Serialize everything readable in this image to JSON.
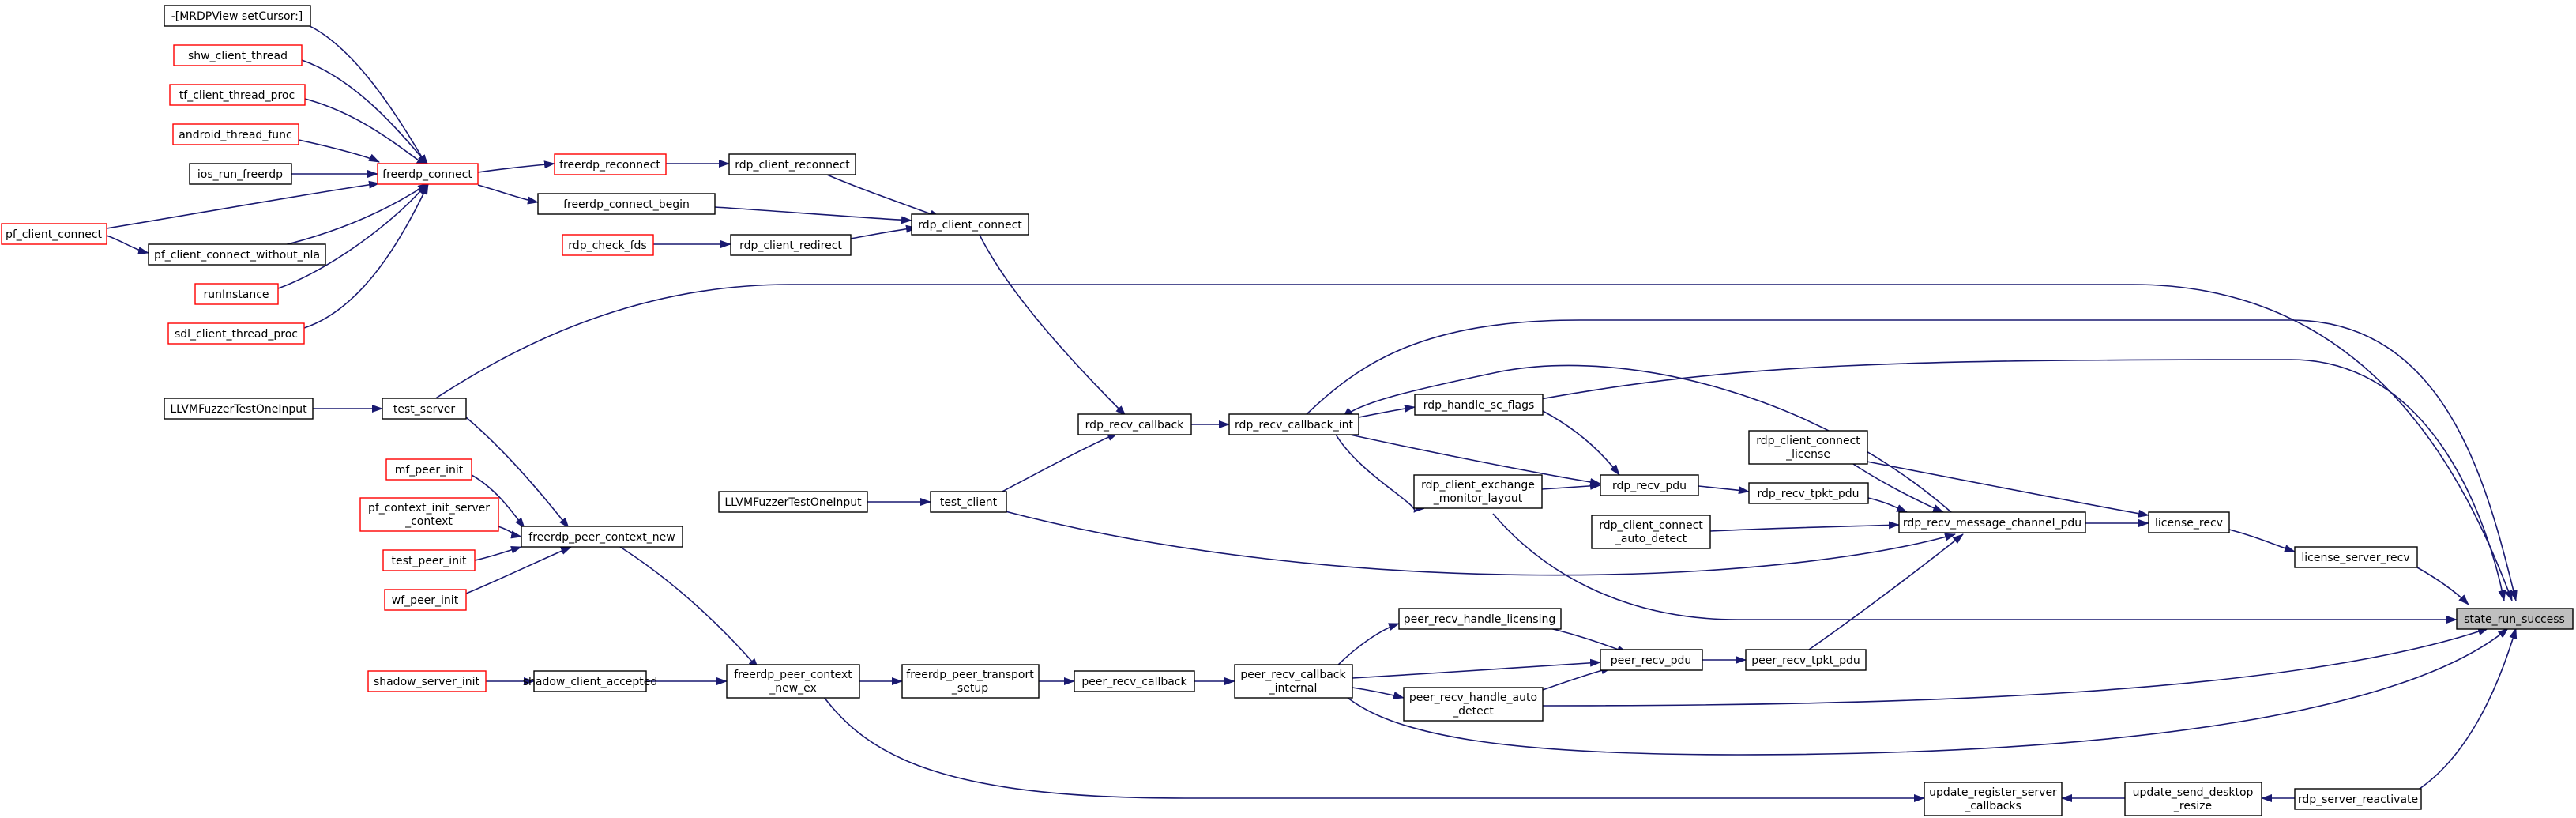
{
  "edge_color": "#191970",
  "node_border_default": "#000000",
  "node_border_red": "#ff0000",
  "current_node_fill": "#bfbfbf",
  "nodes": {
    "mrdpview": {
      "label": "-[MRDPView setCursor:]",
      "red": false
    },
    "shw_client_thread": {
      "label": "shw_client_thread",
      "red": true
    },
    "tf_client_thread_proc": {
      "label": "tf_client_thread_proc",
      "red": true
    },
    "android_thread_func": {
      "label": "android_thread_func",
      "red": true
    },
    "ios_run_freerdp": {
      "label": "ios_run_freerdp",
      "red": false
    },
    "freerdp_connect": {
      "label": "freerdp_connect",
      "red": true
    },
    "pf_client_connect": {
      "label": "pf_client_connect",
      "red": true
    },
    "pf_client_connect_without_nla": {
      "label": "pf_client_connect_without_nla",
      "red": false
    },
    "runinstance": {
      "label": "runInstance",
      "red": true
    },
    "sdl_client_thread_proc": {
      "label": "sdl_client_thread_proc",
      "red": true
    },
    "freerdp_reconnect": {
      "label": "freerdp_reconnect",
      "red": true
    },
    "rdp_client_reconnect": {
      "label": "rdp_client_reconnect",
      "red": false
    },
    "freerdp_connect_begin": {
      "label": "freerdp_connect_begin",
      "red": false
    },
    "rdp_check_fds": {
      "label": "rdp_check_fds",
      "red": true
    },
    "rdp_client_redirect": {
      "label": "rdp_client_redirect",
      "red": false
    },
    "rdp_client_connect": {
      "label": "rdp_client_connect",
      "red": false
    },
    "llvm_server": {
      "label": "LLVMFuzzerTestOneInput",
      "red": false
    },
    "test_server": {
      "label": "test_server",
      "red": false
    },
    "mf_peer_init": {
      "label": "mf_peer_init",
      "red": true
    },
    "pf_context_init": {
      "label": [
        "pf_context_init_server",
        "_context"
      ],
      "red": true
    },
    "test_peer_init": {
      "label": "test_peer_init",
      "red": true
    },
    "wf_peer_init": {
      "label": "wf_peer_init",
      "red": true
    },
    "freerdp_peer_context_new": {
      "label": "freerdp_peer_context_new",
      "red": false
    },
    "shadow_server_init": {
      "label": "shadow_server_init",
      "red": true
    },
    "shadow_client_accepted": {
      "label": "shadow_client_accepted",
      "red": false
    },
    "freerdp_peer_context_new_ex": {
      "label": [
        "freerdp_peer_context",
        "_new_ex"
      ],
      "red": false
    },
    "freerdp_peer_transport_setup": {
      "label": [
        "freerdp_peer_transport",
        "_setup"
      ],
      "red": false
    },
    "peer_recv_callback": {
      "label": "peer_recv_callback",
      "red": false
    },
    "peer_recv_callback_internal": {
      "label": [
        "peer_recv_callback",
        "_internal"
      ],
      "red": false
    },
    "peer_recv_handle_licensing": {
      "label": "peer_recv_handle_licensing",
      "red": false
    },
    "peer_recv_handle_auto_detect": {
      "label": [
        "peer_recv_handle_auto",
        "_detect"
      ],
      "red": false
    },
    "peer_recv_pdu": {
      "label": "peer_recv_pdu",
      "red": false
    },
    "peer_recv_tpkt_pdu": {
      "label": "peer_recv_tpkt_pdu",
      "red": false
    },
    "llvm_client": {
      "label": "LLVMFuzzerTestOneInput",
      "red": false
    },
    "test_client": {
      "label": "test_client",
      "red": false
    },
    "rdp_recv_callback": {
      "label": "rdp_recv_callback",
      "red": false
    },
    "rdp_recv_callback_int": {
      "label": "rdp_recv_callback_int",
      "red": false
    },
    "rdp_handle_sc_flags": {
      "label": "rdp_handle_sc_flags",
      "red": false
    },
    "rdp_client_exchange_monitor_layout": {
      "label": [
        "rdp_client_exchange",
        "_monitor_layout"
      ],
      "red": false
    },
    "rdp_recv_pdu": {
      "label": "rdp_recv_pdu",
      "red": false
    },
    "rdp_client_connect_license": {
      "label": [
        "rdp_client_connect",
        "_license"
      ],
      "red": false
    },
    "rdp_recv_tpkt_pdu": {
      "label": "rdp_recv_tpkt_pdu",
      "red": false
    },
    "rdp_client_connect_auto_detect": {
      "label": [
        "rdp_client_connect",
        "_auto_detect"
      ],
      "red": false
    },
    "rdp_recv_message_channel_pdu": {
      "label": "rdp_recv_message_channel_pdu",
      "red": false
    },
    "license_recv": {
      "label": "license_recv",
      "red": false
    },
    "license_server_recv": {
      "label": "license_server_recv",
      "red": false
    },
    "state_run_success": {
      "label": "state_run_success",
      "red": false,
      "current": true
    },
    "update_register_server_callbacks": {
      "label": [
        "update_register_server",
        "_callbacks"
      ],
      "red": false
    },
    "update_send_desktop_resize": {
      "label": [
        "update_send_desktop",
        "_resize"
      ],
      "red": false
    },
    "rdp_server_reactivate": {
      "label": "rdp_server_reactivate",
      "red": false
    }
  }
}
